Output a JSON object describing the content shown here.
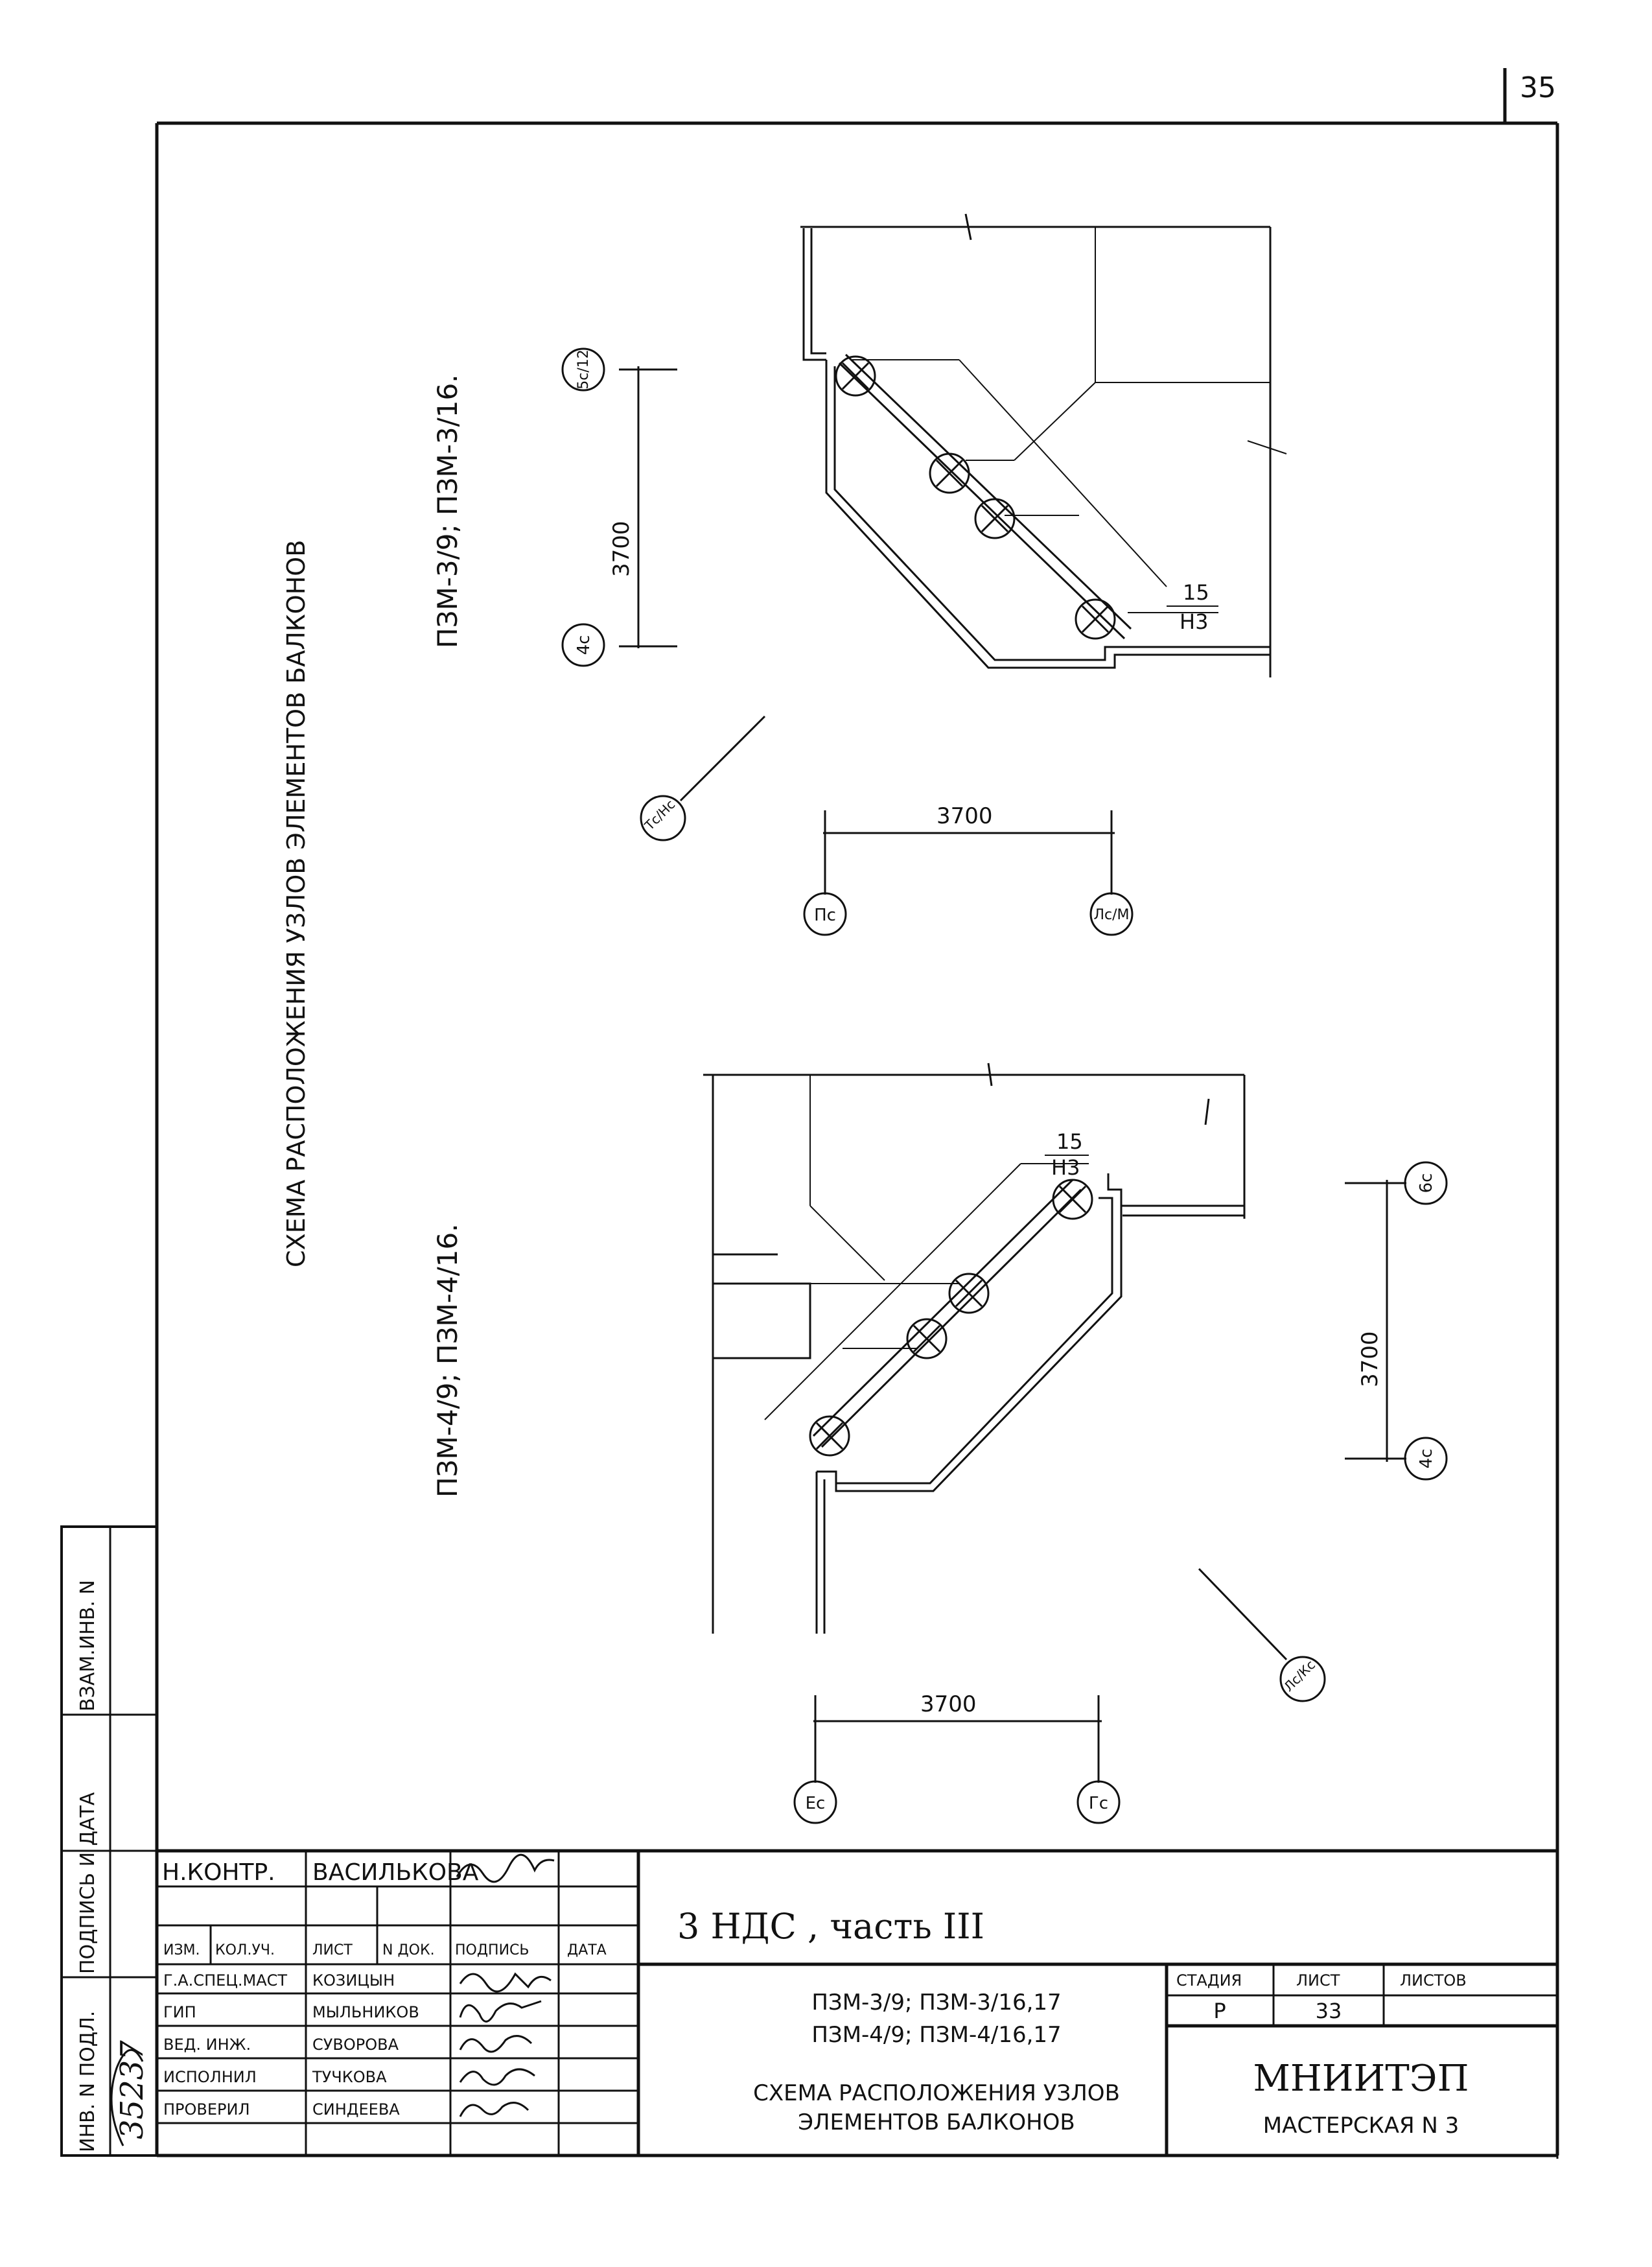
{
  "page_number": "35",
  "main_title": "СХЕМА РАСПОЛОЖЕНИЯ УЗЛОВ ЭЛЕМЕНТОВ БАЛКОНОВ",
  "top_scheme": {
    "label": "ПЗМ-3/9; ПЗМ-3/16.",
    "axes": {
      "left_top": "5с/12",
      "left_bottom": "4с",
      "diag": "Тс/Нс",
      "bottom_left": "Пс",
      "bottom_right": "Лс/М"
    },
    "dim_vertical": "3700",
    "dim_horizontal": "3700",
    "node_num": "15",
    "node_sheet": "Н3"
  },
  "bottom_scheme": {
    "label": "ПЗМ-4/9; ПЗМ-4/16.",
    "axes": {
      "right_top": "6с",
      "right_bottom": "4с",
      "diag": "Лс/Кс",
      "bottom_left": "Ес",
      "bottom_right": "Гс"
    },
    "dim_vertical": "3700",
    "dim_horizontal": "3700",
    "node_num": "15",
    "node_sheet": "Н3"
  },
  "side_stamp": {
    "vzam": "ВЗАМ.ИНВ. N",
    "podp_data": "ПОДПИСЬ И ДАТА",
    "inv_podl": "ИНВ. N ПОДЛ.",
    "inv_number": "35237"
  },
  "title_block": {
    "project": "3 НДС , часть III",
    "n_kontr_label": "Н.КОНТР.",
    "n_kontr_name": "ВАСИЛЬКОВА",
    "header": [
      "ИЗМ.",
      "КОЛ.УЧ.",
      "ЛИСТ",
      "N ДОК.",
      "ПОДПИСЬ",
      "ДАТА"
    ],
    "roles": [
      {
        "role": "Г.А.СПЕЦ.МАСТ",
        "name": "КОЗИЦЫН"
      },
      {
        "role": "ГИП",
        "name": "МЫЛЬНИКОВ"
      },
      {
        "role": "ВЕД. ИНЖ.",
        "name": "СУВОРОВА"
      },
      {
        "role": "ИСПОЛНИЛ",
        "name": "ТУЧКОВА"
      },
      {
        "role": "ПРОВЕРИЛ",
        "name": "СИНДЕЕВА"
      }
    ],
    "doc_line1": "ПЗМ-3/9; ПЗМ-3/16,17",
    "doc_line2": "ПЗМ-4/9; ПЗМ-4/16,17",
    "doc_title1": "СХЕМА РАСПОЛОЖЕНИЯ УЗЛОВ",
    "doc_title2": "ЭЛЕМЕНТОВ БАЛКОНОВ",
    "stage_label": "СТАДИЯ",
    "sheet_label": "ЛИСТ",
    "sheets_label": "ЛИСТОВ",
    "stage": "Р",
    "sheet": "33",
    "sheets": "",
    "org": "МНИИТЭП",
    "workshop": "МАСТЕРСКАЯ N 3"
  }
}
